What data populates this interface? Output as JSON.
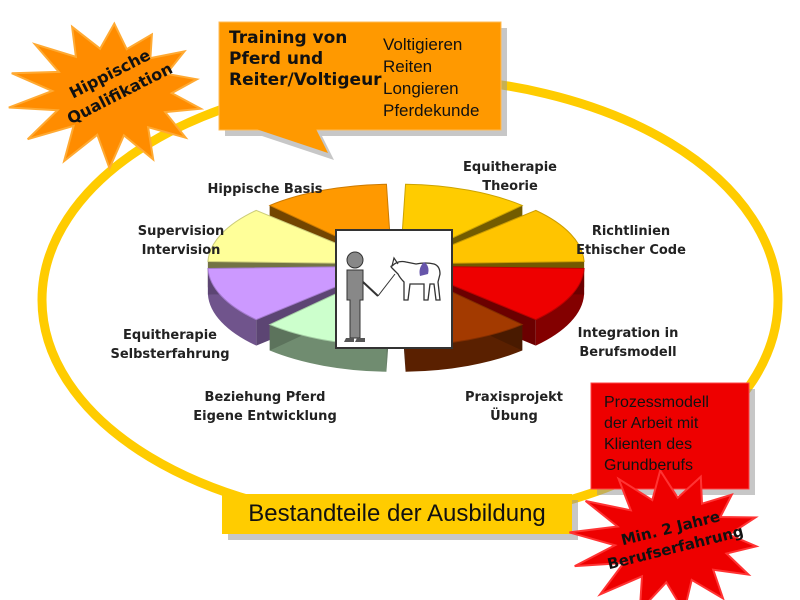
{
  "training": {
    "title": "Training von\nPferd und\nReiter/Voltigeur",
    "items": [
      "Voltigieren",
      "Reiten",
      "Longieren",
      "Pferdekunde"
    ]
  },
  "star_top_left": {
    "text": "Hippische\nQualifikation",
    "color": "#ff8c00"
  },
  "star_bottom_right": {
    "text": "Min. 2 Jahre\nBerufserfahrung",
    "color": "#ee0000"
  },
  "red_box": {
    "text": "Prozessmodell\nder Arbeit mit\nKlienten des\nGrundberufs",
    "color": "#ee0000"
  },
  "bottom_title": "Bestandteile der Ausbildung",
  "segments": [
    {
      "label": "Equitherapie\nTheorie",
      "color": "#ffcc00"
    },
    {
      "label": "Richtlinien\nEthischer Code",
      "color": "#ffc400"
    },
    {
      "label": "Integration in\nBerufsmodell",
      "color": "#ee0000"
    },
    {
      "label": "Praxisprojekt\nÜbung",
      "color": "#a33a00"
    },
    {
      "label": "Beziehung Pferd\nEigene Entwicklung",
      "color": "#ccffcc"
    },
    {
      "label": "Equitherapie\nSelbsterfahrung",
      "color": "#cc99ff"
    },
    {
      "label": "Supervision\nIntervision",
      "color": "#ffff99"
    },
    {
      "label": "Hippische Basis",
      "color": "#ff9900"
    }
  ],
  "colors": {
    "ring": "#ffcc00",
    "orange_box": "#ff9900",
    "bottom_box": "#ffcc00"
  },
  "center_image": {
    "icons": [
      "person-icon",
      "horse-icon"
    ]
  }
}
